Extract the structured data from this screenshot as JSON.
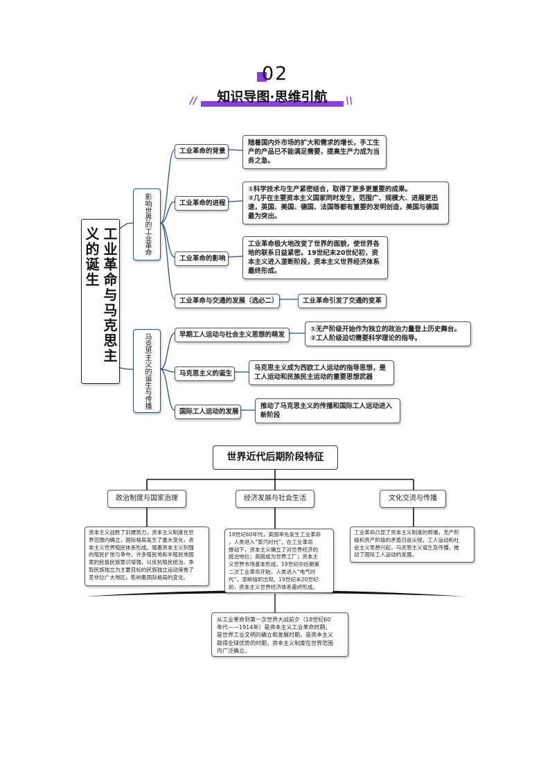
{
  "header": {
    "number": "02",
    "title": "知识导图·思维引航",
    "left_deco": "//",
    "right_deco": "\\\\"
  },
  "mindmap": {
    "root": "工业革命与马克思主义的诞生",
    "branches": [
      {
        "label": "影响世界的工业革命",
        "items": [
          {
            "title": "工业革命的背景",
            "detail": "随着国内外市场的扩大和需求的增长，手工生\n产的产品已不能满足需要，提高生产力成为当\n务之急。"
          },
          {
            "title": "工业革命的进程",
            "detail": "①科学技术与生产紧密结合，取得了更多更重要的成果。\n②几乎在主要资本主义国家同时发生，范围广、规模大、进展更迅\n速，英国、美国、德国、法国等都有重要的发明创造，美国与德国\n最为突出。"
          },
          {
            "title": "工业革命的影响",
            "detail": "工业革命极大地改变了世界的面貌，使世界各\n地的联系日益紧密。19世纪末20世纪初，资\n本主义进入垄断阶段，资本主义世界经济体系\n最终形成。"
          },
          {
            "title": "工业革命与交通的发展（选必二）",
            "detail": "工业革命引发了交通的变革"
          }
        ]
      },
      {
        "label": "马克思主义的诞生与传播",
        "items": [
          {
            "title": "早期工人运动与社会主义思想的萌发",
            "detail": "①无产阶级开始作为独立的政治力量登上历史舞台。\n②工人阶级迫切需要科学理论的指导。"
          },
          {
            "title": "马克思主义的诞生",
            "detail": "马克思主义成为西欧工人运动的指导思想，是\n工人运动和民族民主运动的重要思想武器"
          },
          {
            "title": "国际工人运动的发展",
            "detail": "推动了马克思主义的传播和国际工人运动进入\n新阶段"
          }
        ]
      }
    ]
  },
  "tree": {
    "title": "世界近代后期阶段特征",
    "columns": [
      {
        "label": "政治制度与国家治理",
        "detail": "资本主义战胜了封建势力，资本主义制度在世\n界范围内确立，国际格局发生了重大变化，资\n本主义世界殖民体系形成。随着资本主义列强\n的殖民扩张与争夺，许多殖民地和半殖民地国\n家的民族民族意识增强，以反抗殖民统治、争\n取民族独立为主要目标的民族独立运动席卷了\n亚非拉广大地区，影响着国际格局的变化。"
      },
      {
        "label": "经济发展与社会生活",
        "detail": "18世纪60年代，英国率先发生工业革命\n，人类进入“蒸汽时代”。在工业革命\n推动下，资本主义确立了对世界经济的\n统治地位；英国成为世界工厂；资本主\n义世界市场基本形成。19世纪中后期第\n二次工业革命开始，人类进入“电气时\n代”，垄断组织出现。19世纪末20世纪\n初，资本主义世界经济体系最终形成。"
      },
      {
        "label": "文化交流与传播",
        "detail": "工业革命凸显了资本主义制度的弊端，无产阶\n级和资产阶级的矛盾日益尖锐，工人运动和社\n会主义思想兴起，马克思主义诞生及传播，推\n动了国际工人运动的发展。"
      }
    ],
    "summary": "从工业革命到第一次世界大战前夕（18世纪60\n年代——1914年）是资本主义工业革命时期，\n是世界工业文明的确立和发展时期，是资本主义\n取得全球优势的时期，资本主义制度在世界范围\n内广泛确立。"
  },
  "colors": {
    "accent": "#8a3ee0",
    "line_blue": "#1f4f8c"
  }
}
